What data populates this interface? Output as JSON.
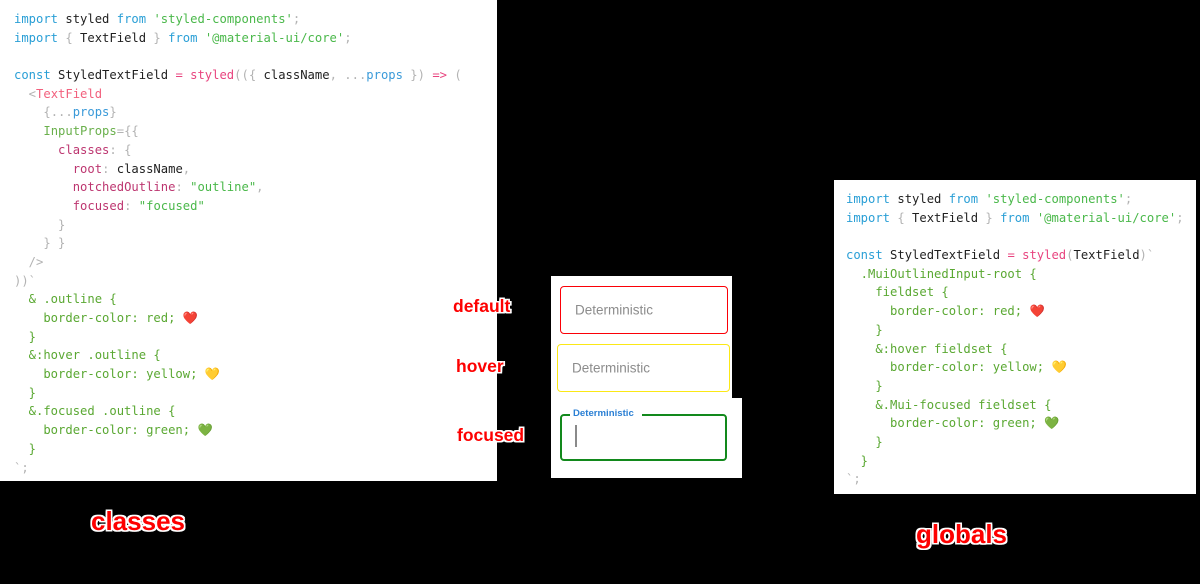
{
  "background_color": "#000000",
  "panels": {
    "classes_code": {
      "label": "classes",
      "label_color": "#fd0000",
      "lines": [
        [
          {
            "t": "import",
            "c": "kw"
          },
          {
            "t": " ",
            "c": "punc"
          },
          {
            "t": "styled",
            "c": "def"
          },
          {
            "t": " ",
            "c": "punc"
          },
          {
            "t": "from",
            "c": "kw"
          },
          {
            "t": " ",
            "c": "punc"
          },
          {
            "t": "'styled-components'",
            "c": "str"
          },
          {
            "t": ";",
            "c": "punc"
          }
        ],
        [
          {
            "t": "import",
            "c": "kw"
          },
          {
            "t": " { ",
            "c": "punc"
          },
          {
            "t": "TextField",
            "c": "def"
          },
          {
            "t": " } ",
            "c": "punc"
          },
          {
            "t": "from",
            "c": "kw"
          },
          {
            "t": " ",
            "c": "punc"
          },
          {
            "t": "'@material-ui/core'",
            "c": "str"
          },
          {
            "t": ";",
            "c": "punc"
          }
        ],
        [],
        [
          {
            "t": "const",
            "c": "kw"
          },
          {
            "t": " ",
            "c": "punc"
          },
          {
            "t": "StyledTextField",
            "c": "def"
          },
          {
            "t": " ",
            "c": "punc"
          },
          {
            "t": "=",
            "c": "op"
          },
          {
            "t": " ",
            "c": "punc"
          },
          {
            "t": "styled",
            "c": "op"
          },
          {
            "t": "((",
            "c": "punc"
          },
          {
            "t": "{ ",
            "c": "punc"
          },
          {
            "t": "className",
            "c": "def"
          },
          {
            "t": ", ",
            "c": "punc"
          },
          {
            "t": "...",
            "c": "punc"
          },
          {
            "t": "props",
            "c": "var"
          },
          {
            "t": " }",
            "c": "punc"
          },
          {
            "t": ") ",
            "c": "punc"
          },
          {
            "t": "=>",
            "c": "op"
          },
          {
            "t": " (",
            "c": "punc"
          }
        ],
        [
          {
            "t": "  <",
            "c": "punc"
          },
          {
            "t": "TextField",
            "c": "tag"
          }
        ],
        [
          {
            "t": "    {",
            "c": "punc"
          },
          {
            "t": "...",
            "c": "punc"
          },
          {
            "t": "props",
            "c": "var"
          },
          {
            "t": "}",
            "c": "punc"
          }
        ],
        [
          {
            "t": "    ",
            "c": "punc"
          },
          {
            "t": "InputProps",
            "c": "attr"
          },
          {
            "t": "={{",
            "c": "punc"
          }
        ],
        [
          {
            "t": "      ",
            "c": "punc"
          },
          {
            "t": "classes",
            "c": "prop"
          },
          {
            "t": ": {",
            "c": "punc"
          }
        ],
        [
          {
            "t": "        ",
            "c": "punc"
          },
          {
            "t": "root",
            "c": "prop"
          },
          {
            "t": ": ",
            "c": "punc"
          },
          {
            "t": "className",
            "c": "def"
          },
          {
            "t": ",",
            "c": "punc"
          }
        ],
        [
          {
            "t": "        ",
            "c": "punc"
          },
          {
            "t": "notchedOutline",
            "c": "prop"
          },
          {
            "t": ": ",
            "c": "punc"
          },
          {
            "t": "\"outline\"",
            "c": "str"
          },
          {
            "t": ",",
            "c": "punc"
          }
        ],
        [
          {
            "t": "        ",
            "c": "punc"
          },
          {
            "t": "focused",
            "c": "prop"
          },
          {
            "t": ": ",
            "c": "punc"
          },
          {
            "t": "\"focused\"",
            "c": "str"
          }
        ],
        [
          {
            "t": "      }",
            "c": "punc"
          }
        ],
        [
          {
            "t": "    } }",
            "c": "punc"
          }
        ],
        [
          {
            "t": "  />",
            "c": "punc"
          }
        ],
        [
          {
            "t": "))`",
            "c": "punc"
          }
        ],
        [
          {
            "t": "  & .outline {",
            "c": "css"
          }
        ],
        [
          {
            "t": "    border-color: red; ",
            "c": "css"
          },
          {
            "t": "❤️",
            "c": "emoji"
          }
        ],
        [
          {
            "t": "  }",
            "c": "css"
          }
        ],
        [
          {
            "t": "  &:hover .outline {",
            "c": "css"
          }
        ],
        [
          {
            "t": "    border-color: yellow; ",
            "c": "css"
          },
          {
            "t": "💛",
            "c": "emoji"
          }
        ],
        [
          {
            "t": "  }",
            "c": "css"
          }
        ],
        [
          {
            "t": "  &.focused .outline {",
            "c": "css"
          }
        ],
        [
          {
            "t": "    border-color: green; ",
            "c": "css"
          },
          {
            "t": "💚",
            "c": "emoji"
          }
        ],
        [
          {
            "t": "  }",
            "c": "css"
          }
        ],
        [
          {
            "t": "`;",
            "c": "punc"
          }
        ]
      ]
    },
    "globals_code": {
      "label": "globals",
      "label_color": "#fd0000",
      "lines": [
        [
          {
            "t": "import",
            "c": "kw"
          },
          {
            "t": " ",
            "c": "punc"
          },
          {
            "t": "styled",
            "c": "def"
          },
          {
            "t": " ",
            "c": "punc"
          },
          {
            "t": "from",
            "c": "kw"
          },
          {
            "t": " ",
            "c": "punc"
          },
          {
            "t": "'styled-components'",
            "c": "str"
          },
          {
            "t": ";",
            "c": "punc"
          }
        ],
        [
          {
            "t": "import",
            "c": "kw"
          },
          {
            "t": " { ",
            "c": "punc"
          },
          {
            "t": "TextField",
            "c": "def"
          },
          {
            "t": " } ",
            "c": "punc"
          },
          {
            "t": "from",
            "c": "kw"
          },
          {
            "t": " ",
            "c": "punc"
          },
          {
            "t": "'@material-ui/core'",
            "c": "str"
          },
          {
            "t": ";",
            "c": "punc"
          }
        ],
        [],
        [
          {
            "t": "const",
            "c": "kw"
          },
          {
            "t": " ",
            "c": "punc"
          },
          {
            "t": "StyledTextField",
            "c": "def"
          },
          {
            "t": " ",
            "c": "punc"
          },
          {
            "t": "=",
            "c": "op"
          },
          {
            "t": " ",
            "c": "punc"
          },
          {
            "t": "styled",
            "c": "op"
          },
          {
            "t": "(",
            "c": "punc"
          },
          {
            "t": "TextField",
            "c": "def"
          },
          {
            "t": ")`",
            "c": "punc"
          }
        ],
        [
          {
            "t": "  .MuiOutlinedInput-root {",
            "c": "css"
          }
        ],
        [
          {
            "t": "    fieldset {",
            "c": "css"
          }
        ],
        [
          {
            "t": "      border-color: red; ",
            "c": "css"
          },
          {
            "t": "❤️",
            "c": "emoji"
          }
        ],
        [
          {
            "t": "    }",
            "c": "css"
          }
        ],
        [
          {
            "t": "    &:hover fieldset {",
            "c": "css"
          }
        ],
        [
          {
            "t": "      border-color: yellow; ",
            "c": "css"
          },
          {
            "t": "💛",
            "c": "emoji"
          }
        ],
        [
          {
            "t": "    }",
            "c": "css"
          }
        ],
        [
          {
            "t": "    &.Mui-focused fieldset {",
            "c": "css"
          }
        ],
        [
          {
            "t": "      border-color: green; ",
            "c": "css"
          },
          {
            "t": "💚",
            "c": "emoji"
          }
        ],
        [
          {
            "t": "    }",
            "c": "css"
          }
        ],
        [
          {
            "t": "  }",
            "c": "css"
          }
        ],
        [
          {
            "t": "`;",
            "c": "punc"
          }
        ]
      ]
    }
  },
  "demo": {
    "fields": [
      {
        "state": "default",
        "annotation": "default",
        "value": "Deterministic",
        "border_color": "#fb0007",
        "text_color": "#8c8c8c"
      },
      {
        "state": "hover",
        "annotation": "hover",
        "value": "Deterministic",
        "border_color": "#fbe816",
        "text_color": "#8c8c8c"
      },
      {
        "state": "focused",
        "annotation": "focused",
        "value": "",
        "float_label": "Deterministic",
        "float_label_color": "#2a7fd4",
        "border_color": "#12891c",
        "text_color": "#8a8a8a"
      }
    ]
  }
}
